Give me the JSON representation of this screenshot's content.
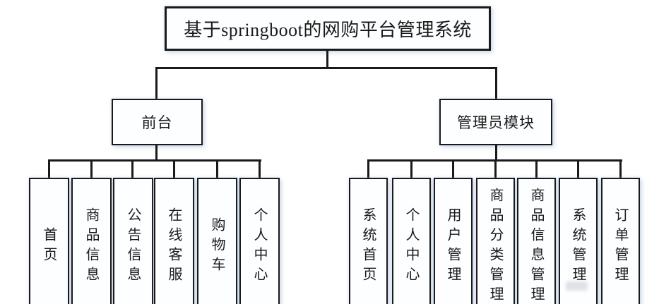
{
  "diagram": {
    "root_label": "基于springboot的网购平台管理系统",
    "branches": [
      {
        "label": "前台",
        "children": [
          "首页",
          "商品信息",
          "公告信息",
          "在线客服",
          "购物车",
          "个人中心"
        ]
      },
      {
        "label": "管理员模块",
        "children": [
          "系统首页",
          "个人中心",
          "用户管理",
          "商品分类管理",
          "商品信息管理",
          "系统管理",
          "订单管理"
        ]
      }
    ],
    "colors": {
      "line": "#1a1a1a",
      "box_fill": "#fdfeff",
      "background": "#ffffff"
    }
  }
}
